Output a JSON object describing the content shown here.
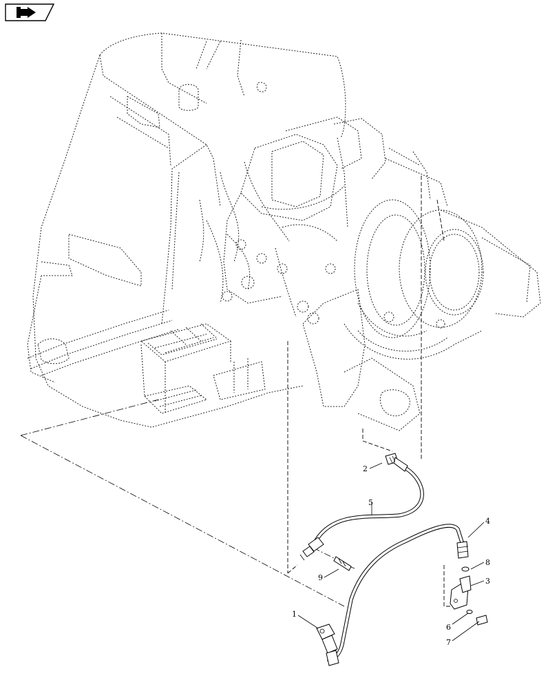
{
  "nav_icon": {
    "name": "next-page-arrow-icon"
  },
  "callouts": [
    {
      "id": "callout-1",
      "label": "1"
    },
    {
      "id": "callout-2",
      "label": "2"
    },
    {
      "id": "callout-3",
      "label": "3"
    },
    {
      "id": "callout-4",
      "label": "4"
    },
    {
      "id": "callout-5",
      "label": "5"
    },
    {
      "id": "callout-6",
      "label": "6"
    },
    {
      "id": "callout-7",
      "label": "7"
    },
    {
      "id": "callout-8",
      "label": "8"
    },
    {
      "id": "callout-9",
      "label": "9"
    }
  ]
}
